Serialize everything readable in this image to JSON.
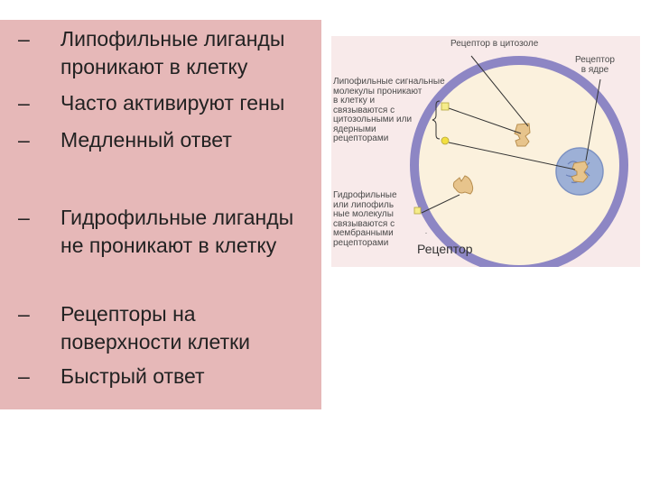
{
  "left_panel": {
    "bullets": [
      {
        "dash": "–",
        "text": "Липофильные лиганды проникают в клетку"
      },
      {
        "dash": "–",
        "text": "Часто активируют гены"
      },
      {
        "dash": "–",
        "text": "Медленный ответ"
      },
      {
        "dash": "–",
        "text": "Гидрофильные лиганды не проникают в клетку"
      },
      {
        "dash": "–",
        "text": "Рецепторы на поверхности клетки"
      },
      {
        "dash": "–",
        "text": "Быстрый ответ"
      }
    ]
  },
  "diagram": {
    "label_cytosol_receptor": "Рецептор в цитозоле",
    "label_nuclear_receptor": [
      "Рецептор",
      "в ядре"
    ],
    "label_lipophilic": [
      "Липофильные сигнальные",
      "молекулы проникают",
      "в клетку и",
      "связываются с",
      "цитозольными или",
      "ядерными",
      "рецепторами"
    ],
    "label_hydrophilic": [
      "Гидрофильные",
      "или липофиль",
      "ные молекулы",
      "связываются с",
      "мембранными",
      "рецепторами"
    ],
    "caption": "Рецептор"
  },
  "colors": {
    "panel_bg": "#e6b8b8",
    "diagram_bg": "#f8eaea",
    "membrane": "#8d86c4",
    "cytoplasm": "#fbf1dd",
    "nucleus": "#9db0d6",
    "receptor": "#e7c48c",
    "ligand_square": "#f5ec8a",
    "ligand_circle": "#f2df40"
  }
}
